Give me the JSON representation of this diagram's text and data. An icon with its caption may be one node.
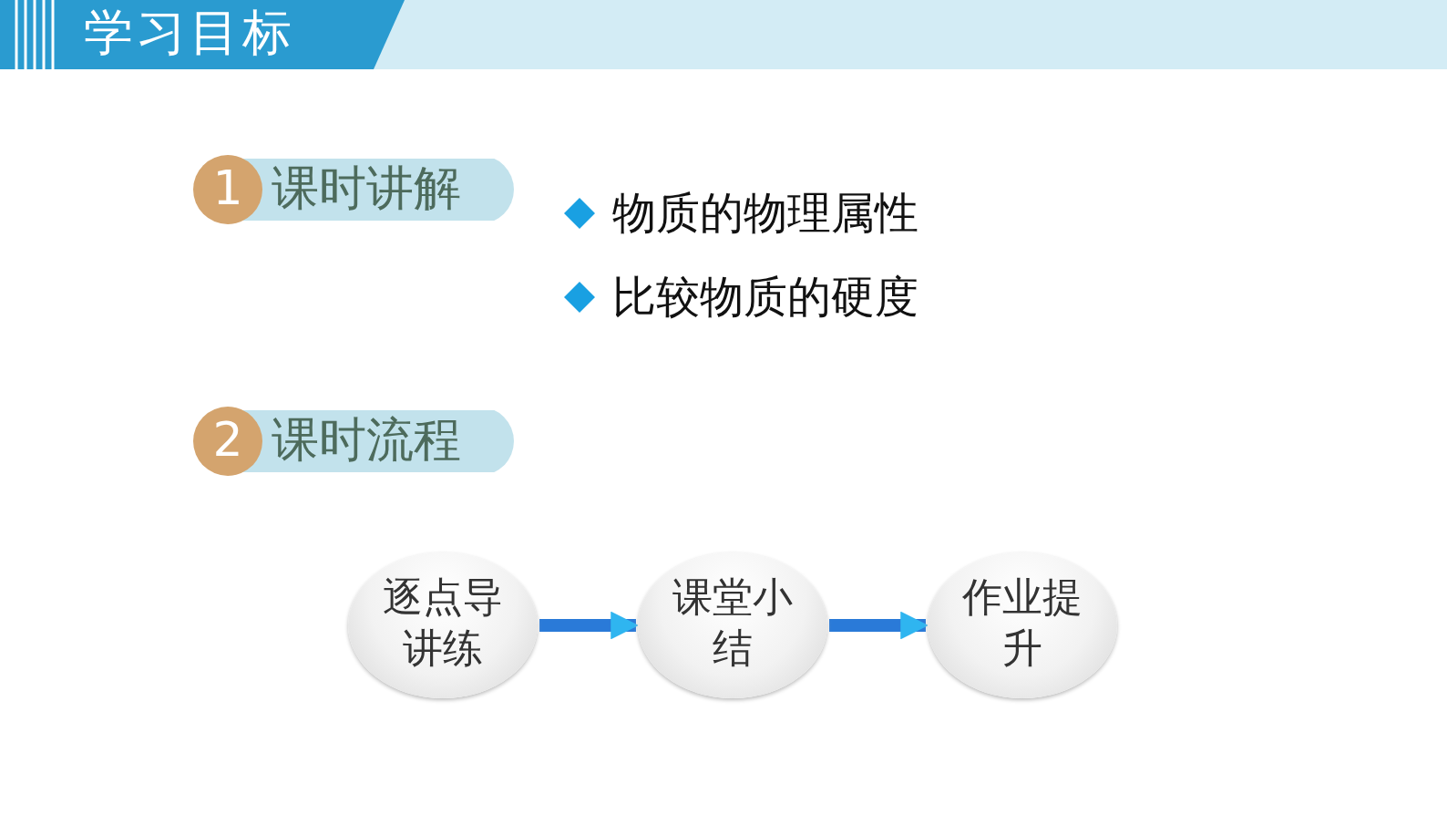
{
  "diagram": {
    "title": "学习目标",
    "nodes": [
      {
        "text": [
          "1",
          "课时讲解"
        ]
      },
      {
        "text": [
          "2",
          "课时流程"
        ]
      },
      {
        "text": [
          "逐点导讲练"
        ]
      },
      {
        "text": [
          "课堂小结"
        ]
      },
      {
        "text": [
          "作业提升"
        ]
      }
    ],
    "edges": [
      {
        "from": 2,
        "to": 3,
        "arrow": "to"
      },
      {
        "from": 3,
        "to": 4,
        "arrow": "to"
      }
    ],
    "labels": [
      "物质的物理属性",
      "比较物质的硬度"
    ]
  }
}
